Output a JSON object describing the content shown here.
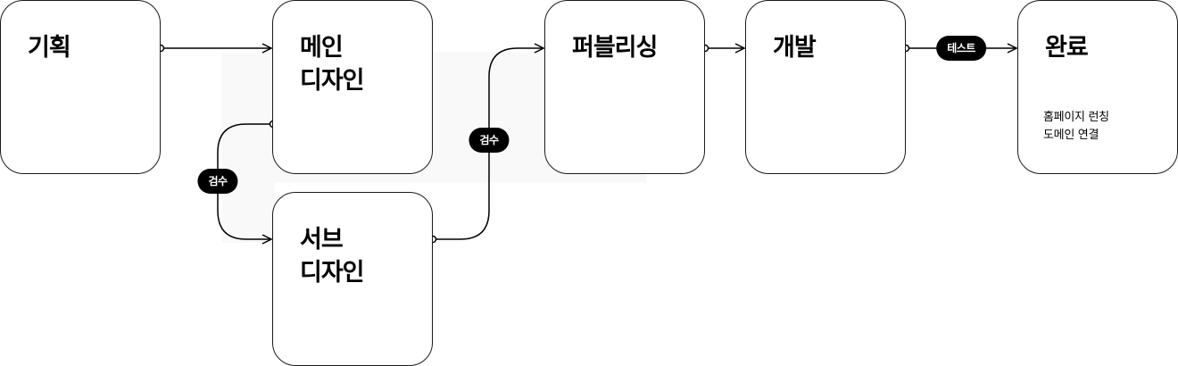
{
  "nodes": {
    "planning": {
      "title": "기획"
    },
    "main_design": {
      "title": "메인\n디자인"
    },
    "sub_design": {
      "title": "서브\n디자인"
    },
    "publishing": {
      "title": "퍼블리싱"
    },
    "development": {
      "title": "개발"
    },
    "complete": {
      "title": "완료",
      "desc": "홈페이지 런칭\n도메인 연결"
    }
  },
  "badges": {
    "review_1": "검수",
    "review_2": "검수",
    "test": "테스트"
  },
  "colors": {
    "line": "#000000",
    "border": "#1a1a1a",
    "badge_bg": "#000000",
    "badge_text": "#ffffff",
    "shade": "#f9f9f9"
  }
}
